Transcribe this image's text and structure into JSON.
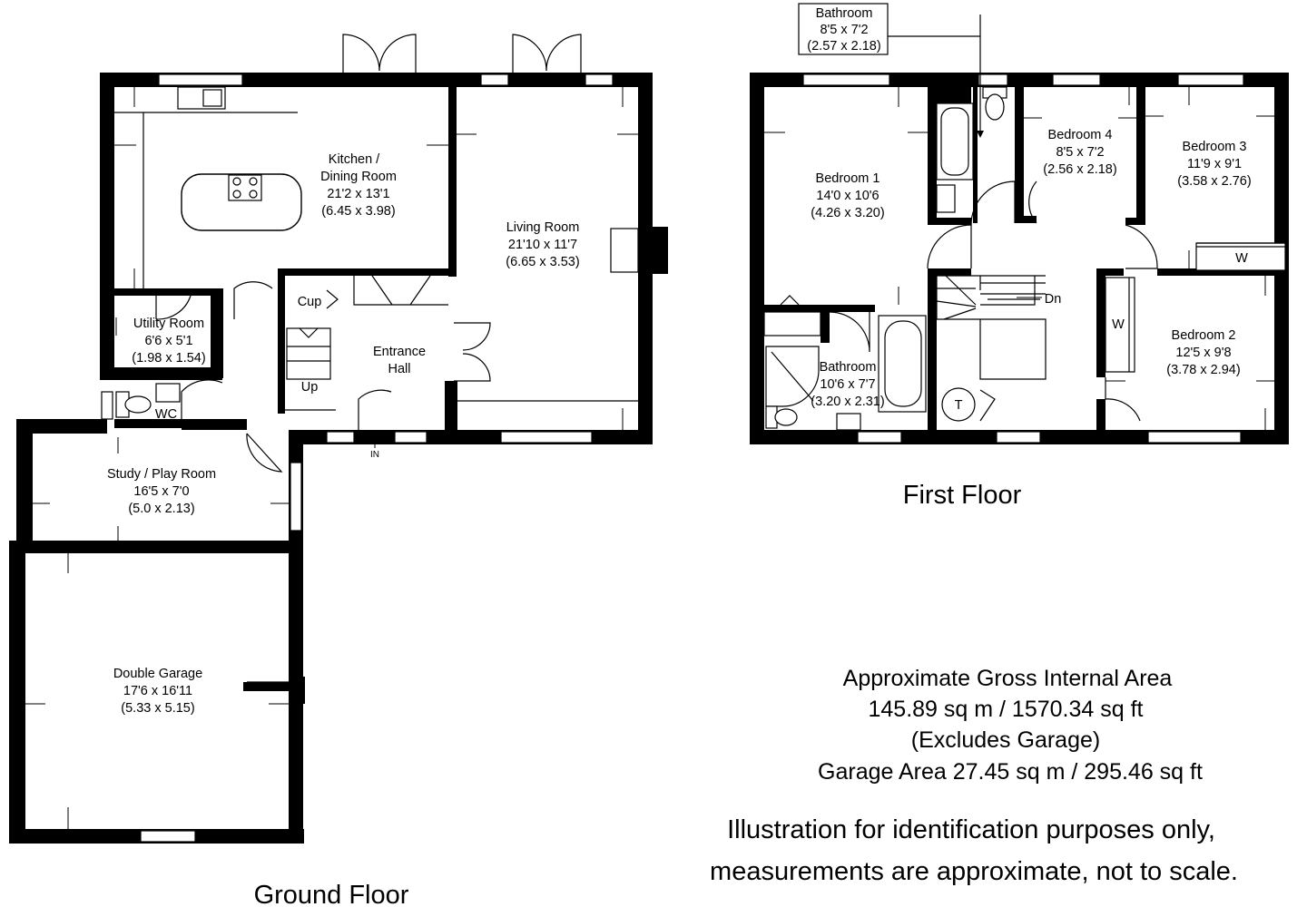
{
  "ground_floor": {
    "title": "Ground Floor",
    "rooms": {
      "kitchen": {
        "name_line1": "Kitchen /",
        "name_line2": "Dining Room",
        "imperial": "21'2 x 13'1",
        "metric": "(6.45 x 3.98)"
      },
      "living": {
        "name": "Living Room",
        "imperial": "21'10 x 11'7",
        "metric": "(6.65 x 3.53)"
      },
      "utility": {
        "name": "Utility Room",
        "imperial": "6'6 x 5'1",
        "metric": "(1.98 x 1.54)"
      },
      "entrance": {
        "name_line1": "Entrance",
        "name_line2": "Hall"
      },
      "study": {
        "name": "Study / Play Room",
        "imperial": "16'5 x 7'0",
        "metric": "(5.0 x 2.13)"
      },
      "garage": {
        "name": "Double Garage",
        "imperial": "17'6 x 16'11",
        "metric": "(5.33 x 5.15)"
      }
    },
    "labels": {
      "wc": "WC",
      "cup": "Cup",
      "up": "Up",
      "in": "IN"
    }
  },
  "first_floor": {
    "title": "First Floor",
    "rooms": {
      "bedroom1": {
        "name": "Bedroom 1",
        "imperial": "14'0 x 10'6",
        "metric": "(4.26 x 3.20)"
      },
      "bedroom2": {
        "name": "Bedroom 2",
        "imperial": "12'5 x 9'8",
        "metric": "(3.78 x 2.94)"
      },
      "bedroom3": {
        "name": "Bedroom 3",
        "imperial": "11'9 x 9'1",
        "metric": "(3.58 x 2.76)"
      },
      "bedroom4": {
        "name": "Bedroom 4",
        "imperial": "8'5 x 7'2",
        "metric": "(2.56 x 2.18)"
      },
      "bathroom_main": {
        "name": "Bathroom",
        "imperial": "10'6 x 7'7",
        "metric": "(3.20 x 2.31)"
      },
      "bathroom_callout": {
        "name": "Bathroom",
        "imperial": "8'5 x 7'2",
        "metric": "(2.57 x 2.18)"
      }
    },
    "labels": {
      "dn": "Dn",
      "tank": "T",
      "wardrobe": "W",
      "wardrobe2": "W"
    }
  },
  "area": {
    "line1": "Approximate Gross Internal Area",
    "line2": "145.89 sq m / 1570.34 sq ft",
    "line3": "(Excludes Garage)",
    "line4": "Garage Area 27.45 sq m / 295.46 sq ft"
  },
  "disclaimer": {
    "line1": "Illustration for identification purposes only,",
    "line2": "measurements are approximate, not to scale."
  }
}
